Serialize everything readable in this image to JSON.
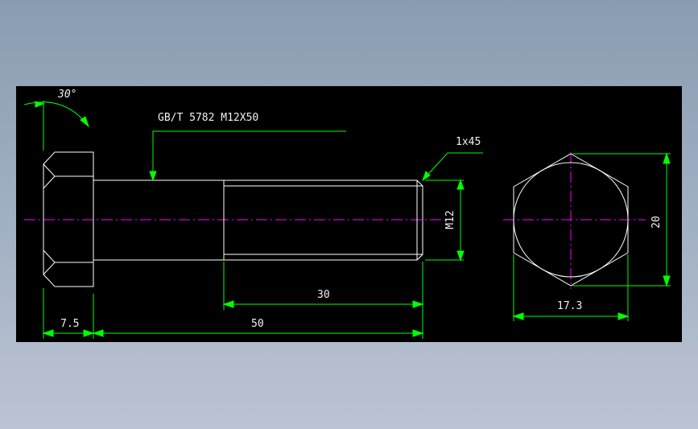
{
  "drawing": {
    "callout": "GB/T 5782 M12X50",
    "angle": "30°",
    "chamfer": "1x45",
    "thread": "M12",
    "dims": {
      "head_height": "7.5",
      "length": "50",
      "thread_length": "30",
      "across_flats": "17.3",
      "across_corners": "20"
    },
    "colors": {
      "background": "#000000",
      "outline": "#ffffff",
      "dimension": "#00ff00",
      "centerline": "#ff00ff"
    }
  }
}
